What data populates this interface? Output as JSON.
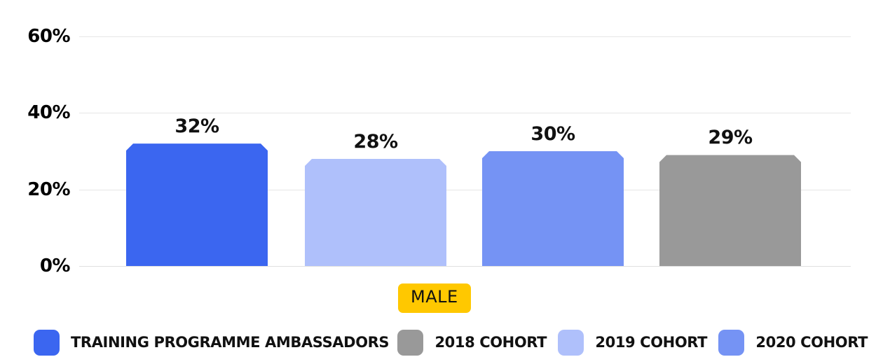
{
  "chart_data": {
    "type": "bar",
    "title": "",
    "xlabel": "MALE",
    "ylabel": "",
    "categories": [
      "MALE"
    ],
    "grid": true,
    "legend_position": "bottom",
    "ylim": [
      0,
      60
    ],
    "yticks": [
      0,
      20,
      40,
      60
    ],
    "ytick_labels": [
      "0%",
      "20%",
      "40%",
      "60%"
    ],
    "series": [
      {
        "name": "TRAINING PROGRAMME AMBASSADORS",
        "values": [
          32
        ],
        "data_label": "32%",
        "color": "#3b66f0"
      },
      {
        "name": "2019 COHORT",
        "values": [
          28
        ],
        "data_label": "28%",
        "color": "#afc0fb"
      },
      {
        "name": "2020 COHORT",
        "values": [
          30
        ],
        "data_label": "30%",
        "color": "#7593f4"
      },
      {
        "name": "2018 COHORT",
        "values": [
          29
        ],
        "data_label": "29%",
        "color": "#999999"
      }
    ]
  },
  "axis": {
    "ticks": [
      {
        "label": "60%",
        "value": 60
      },
      {
        "label": "40%",
        "value": 40
      },
      {
        "label": "20%",
        "value": 20
      },
      {
        "label": "0%",
        "value": 0
      }
    ]
  },
  "bars": [
    {
      "name": "training-programme-ambassadors",
      "label": "32%",
      "color": "#3b66f0"
    },
    {
      "name": "2019-cohort",
      "label": "28%",
      "color": "#afc0fb"
    },
    {
      "name": "2020-cohort",
      "label": "30%",
      "color": "#7593f4"
    },
    {
      "name": "2018-cohort",
      "label": "29%",
      "color": "#999999"
    }
  ],
  "category_pill": {
    "text": "MALE",
    "background": "#ffc800"
  },
  "legend": {
    "items": [
      {
        "label": "TRAINING PROGRAMME AMBASSADORS",
        "color": "#3b66f0"
      },
      {
        "label": "2018 COHORT",
        "color": "#999999"
      },
      {
        "label": "2019 COHORT",
        "color": "#afc0fb"
      },
      {
        "label": "2020 COHORT",
        "color": "#7593f4"
      }
    ]
  }
}
